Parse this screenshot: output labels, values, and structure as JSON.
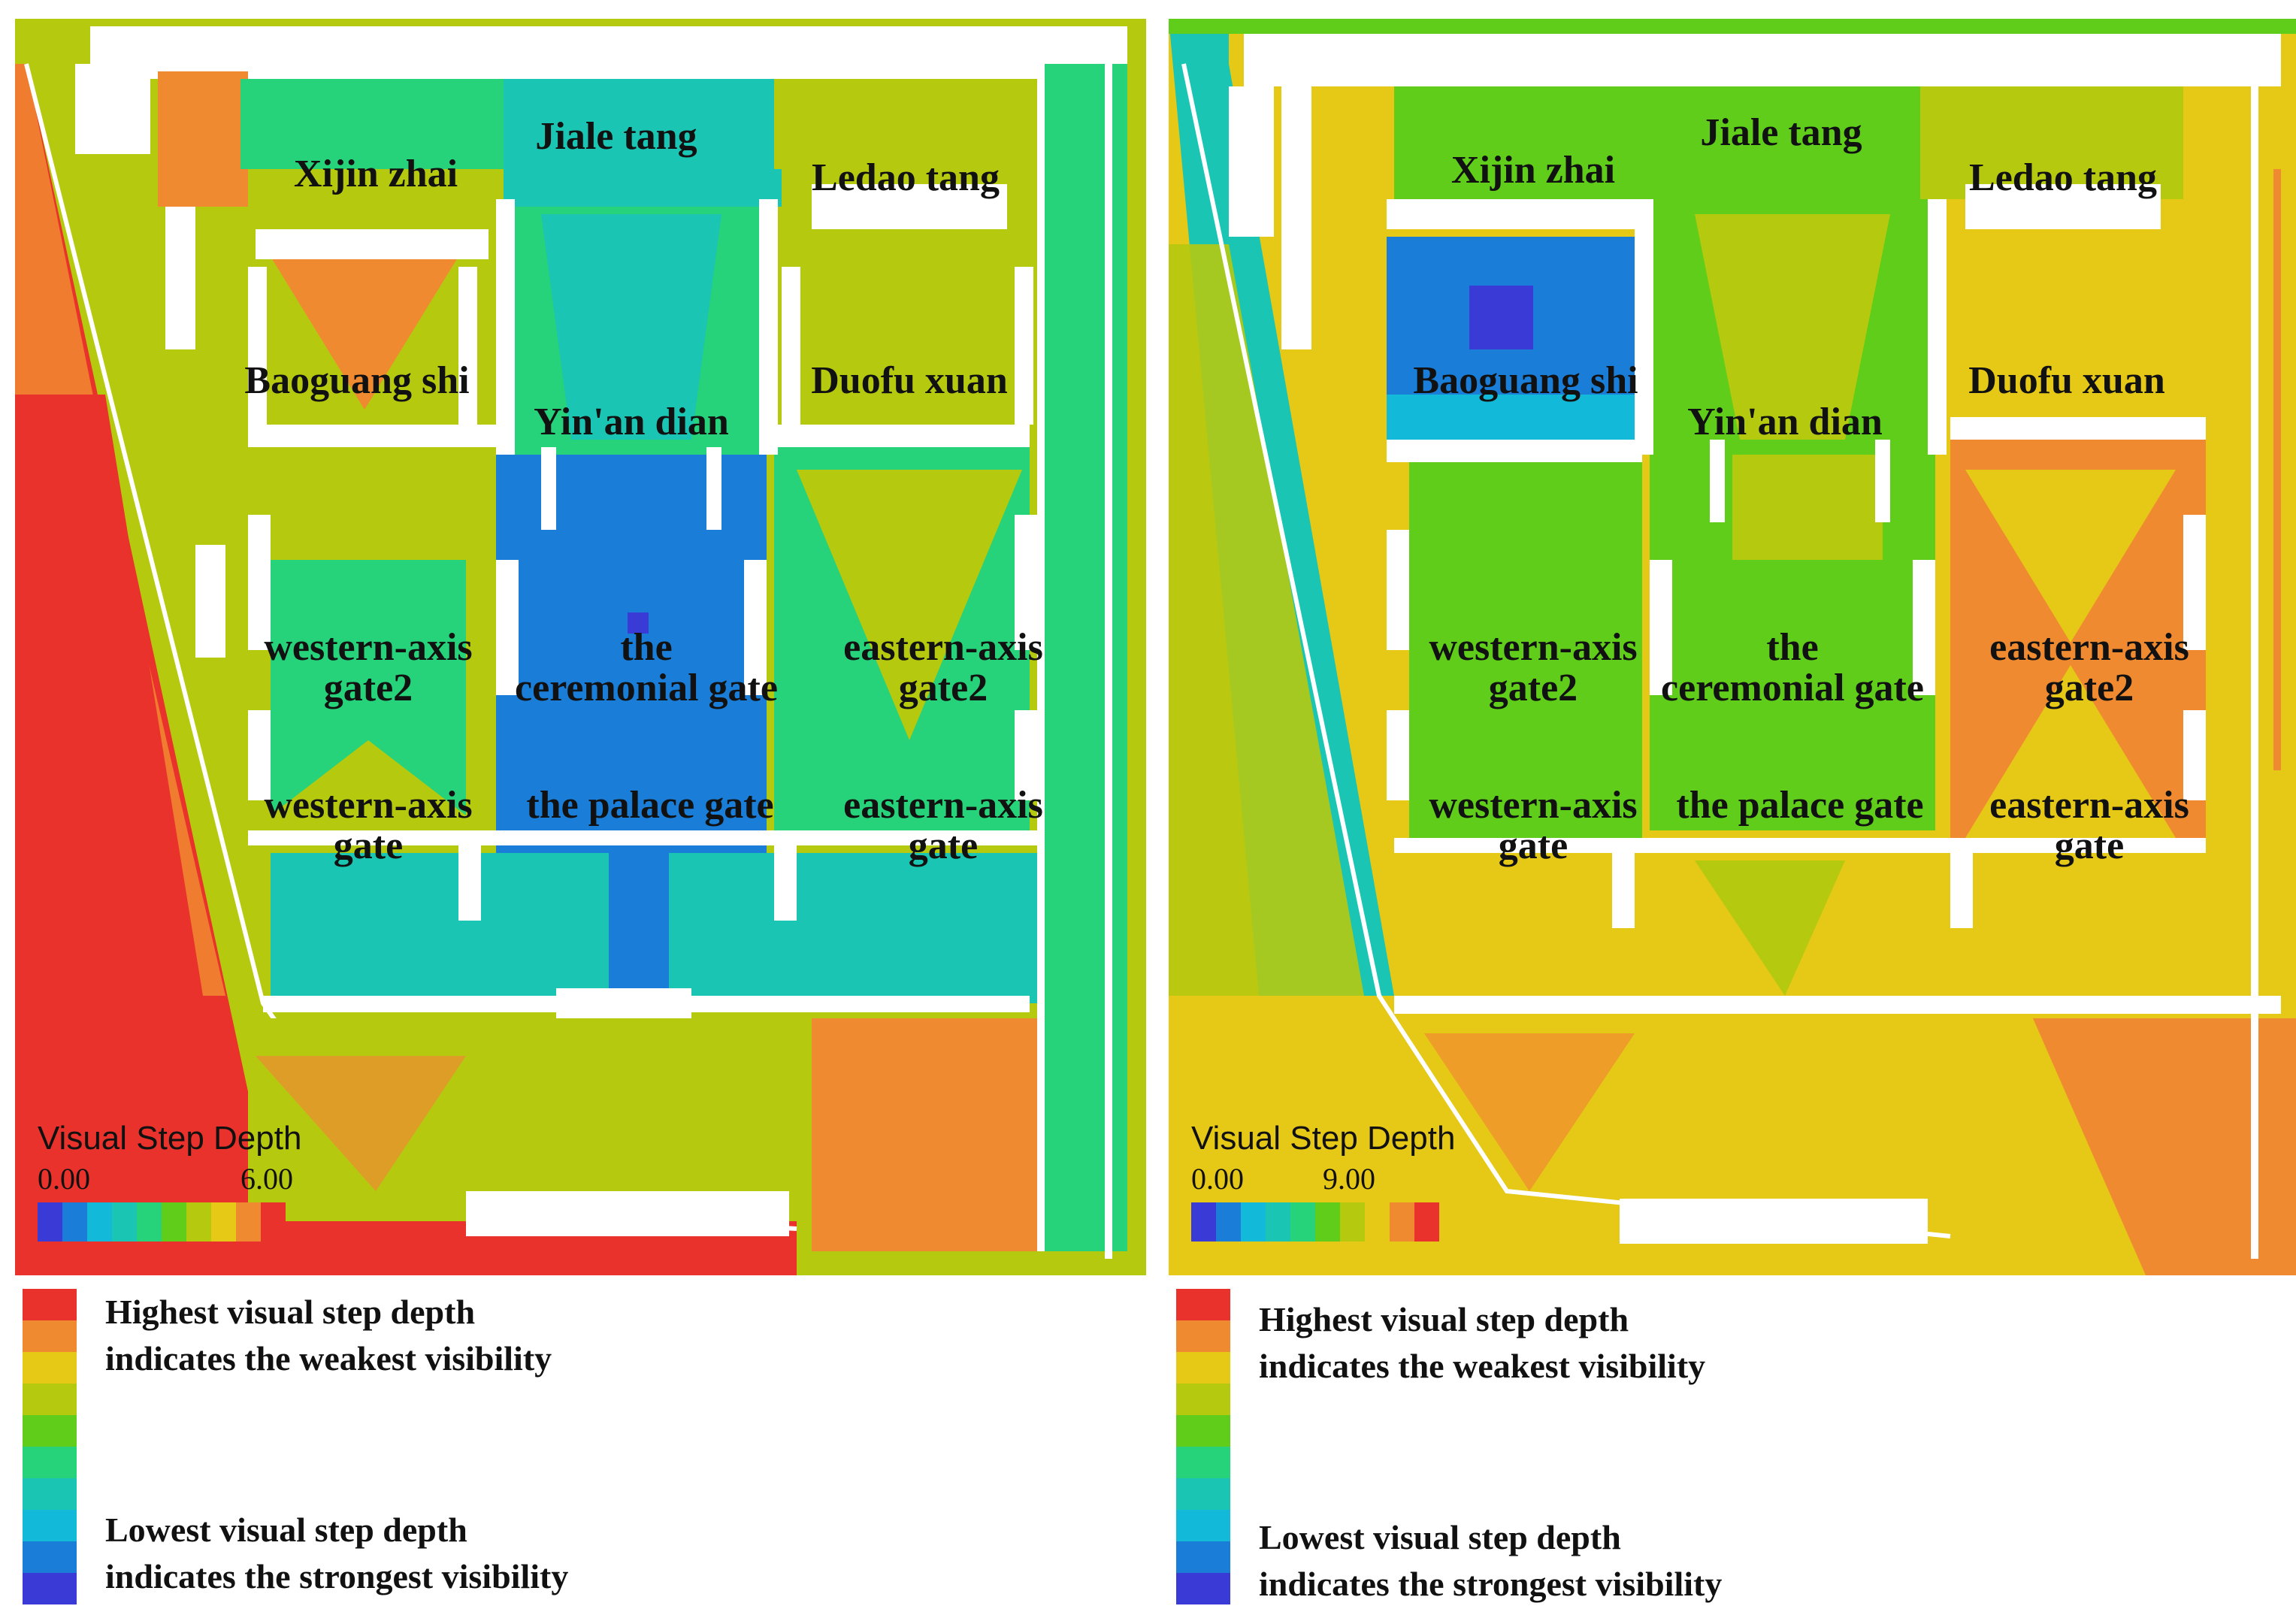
{
  "legend_colors": [
    "#e8322b",
    "#f08a30",
    "#e6c817",
    "#b5c90f",
    "#5fcd1a",
    "#26d27a",
    "#1bc5b3",
    "#13b9d8",
    "#1a7ed8",
    "#3a3ad6"
  ],
  "scale_colors": [
    "#3a3ad6",
    "#1a7ed8",
    "#13b9d8",
    "#1bc5b3",
    "#26d27a",
    "#5fcd1a",
    "#b5c90f",
    "#e6c817",
    "#f08a30",
    "#e8322b"
  ],
  "panels": [
    {
      "id": "left",
      "scale": {
        "title": "Visual Step Depth",
        "min": "0.00",
        "max": "6.00"
      },
      "labels": {
        "jiale_tang": "Jiale tang",
        "xijin_zhai": "Xijin zhai",
        "ledao_tang": "Ledao tang",
        "baoguang_shi": "Baoguang shi",
        "duofu_xuan": "Duofu xuan",
        "yinan_dian": "Yin'an dian",
        "western_axis_gate2": "western-axis\ngate2",
        "ceremonial_gate": "the\nceremonial gate",
        "eastern_axis_gate2": "eastern-axis\ngate2",
        "western_axis_gate": "western-axis\ngate",
        "palace_gate": "the palace gate",
        "eastern_axis_gate": "eastern-axis\ngate"
      },
      "legend": {
        "high_line1": "Highest visual step depth",
        "high_line2": "indicates the weakest visibility",
        "low_line1": "Lowest visual step depth",
        "low_line2": "indicates the strongest visibility"
      }
    },
    {
      "id": "right",
      "scale": {
        "title": "Visual Step Depth",
        "min": "0.00",
        "max": "9.00"
      },
      "labels": {
        "jiale_tang": "Jiale tang",
        "xijin_zhai": "Xijin zhai",
        "ledao_tang": "Ledao tang",
        "baoguang_shi": "Baoguang shi",
        "duofu_xuan": "Duofu xuan",
        "yinan_dian": "Yin'an dian",
        "western_axis_gate2": "western-axis\ngate2",
        "ceremonial_gate": "the\nceremonial gate",
        "eastern_axis_gate2": "eastern-axis\ngate2",
        "western_axis_gate": "western-axis\ngate",
        "palace_gate": "the palace gate",
        "eastern_axis_gate": "eastern-axis\ngate"
      },
      "legend": {
        "high_line1": "Highest visual step depth",
        "high_line2": "indicates the weakest visibility",
        "low_line1": "Lowest visual step depth",
        "low_line2": "indicates the strongest visibility"
      }
    }
  ]
}
